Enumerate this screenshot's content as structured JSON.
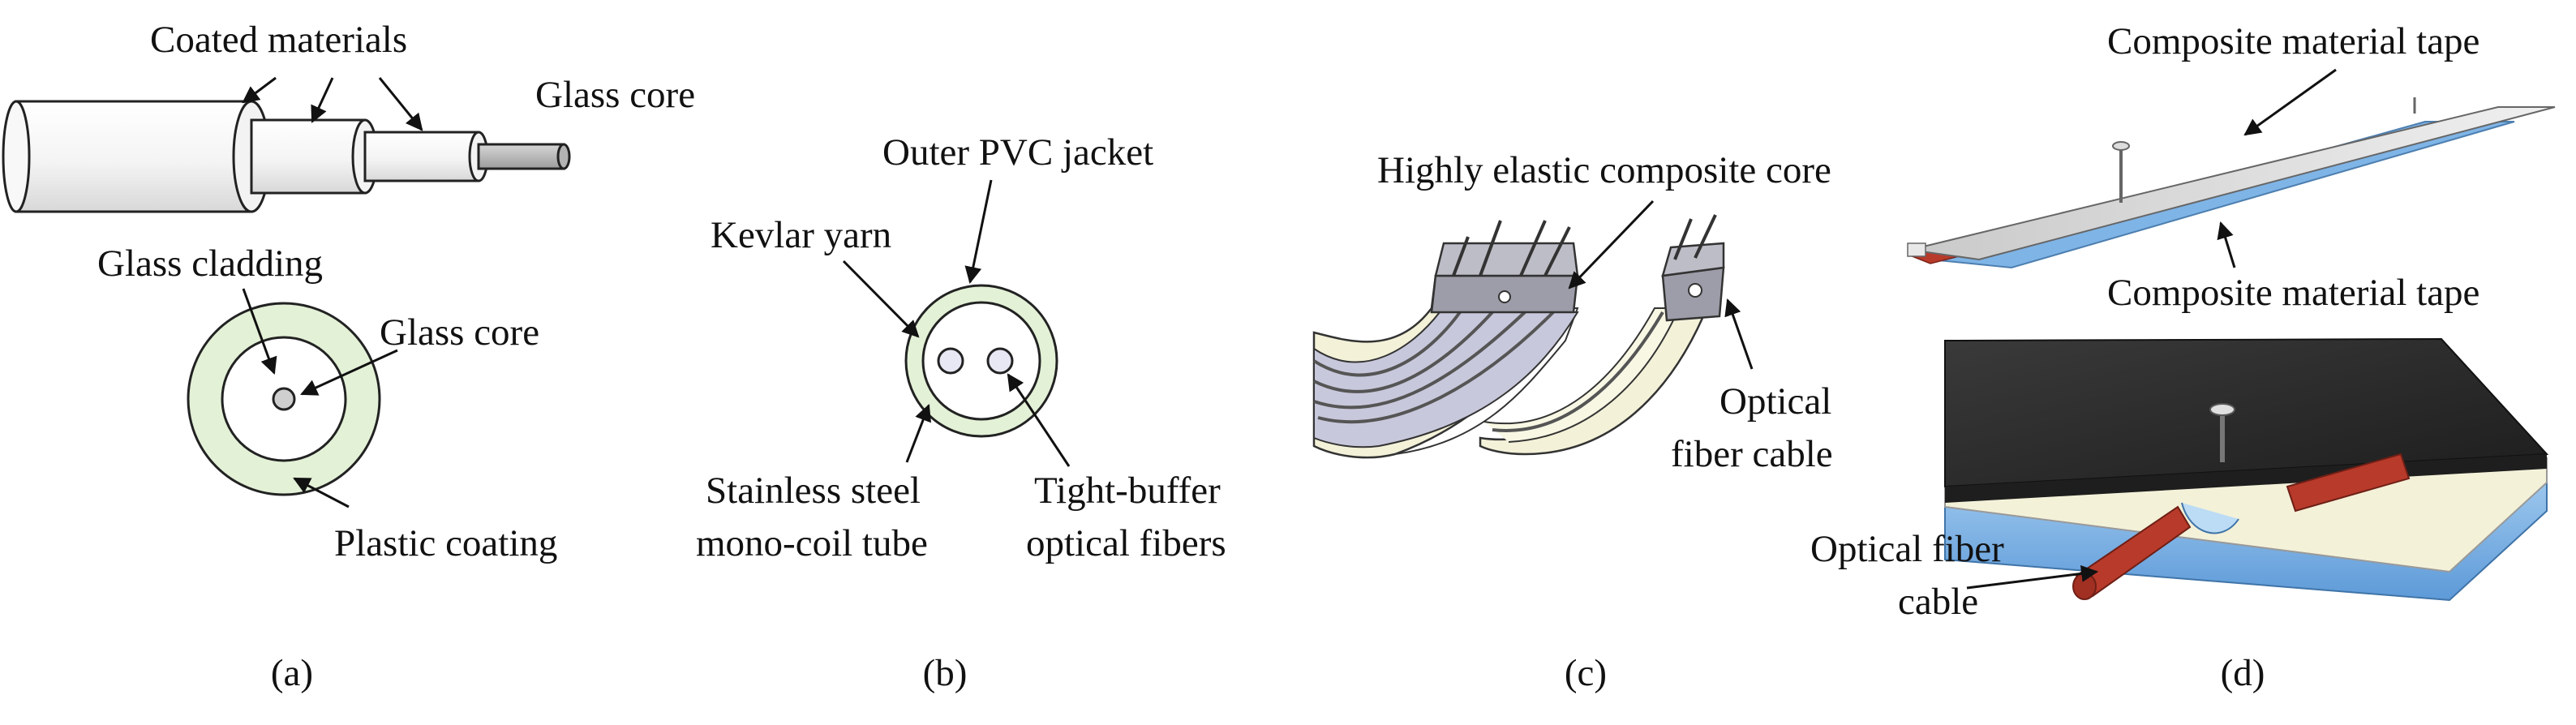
{
  "panels": {
    "a": {
      "caption": "(a)",
      "labels": {
        "coated_materials": "Coated materials",
        "glass_core_top": "Glass core",
        "glass_cladding": "Glass cladding",
        "glass_core_section": "Glass core",
        "plastic_coating": "Plastic coating"
      }
    },
    "b": {
      "caption": "(b)",
      "labels": {
        "outer_pvc_jacket": "Outer PVC jacket",
        "kevlar_yarn": "Kevlar yarn",
        "stainless_line1": "Stainless steel",
        "stainless_line2": "mono-coil tube",
        "tight_line1": "Tight-buffer",
        "tight_line2": "optical fibers"
      }
    },
    "c": {
      "caption": "(c)",
      "labels": {
        "elastic_core": "Highly elastic composite core",
        "optical_line1": "Optical",
        "optical_line2": "fiber cable"
      }
    },
    "d": {
      "caption": "(d)",
      "labels": {
        "tape_top": "Composite material tape",
        "tape_bottom": "Composite material tape",
        "optical_line1": "Optical fiber",
        "optical_line2": "cable"
      }
    }
  },
  "colors": {
    "coating_green": "#e3f1d7",
    "core_gray": "#bfbfbf",
    "jacket_gray": "#f2f2f2",
    "core_block": "#c8c8dc",
    "cream": "#f3f1d8",
    "dark_plate": "#2b2b2b",
    "blue_layer": "#7fb4e6",
    "red_cable": "#b83a2a"
  }
}
